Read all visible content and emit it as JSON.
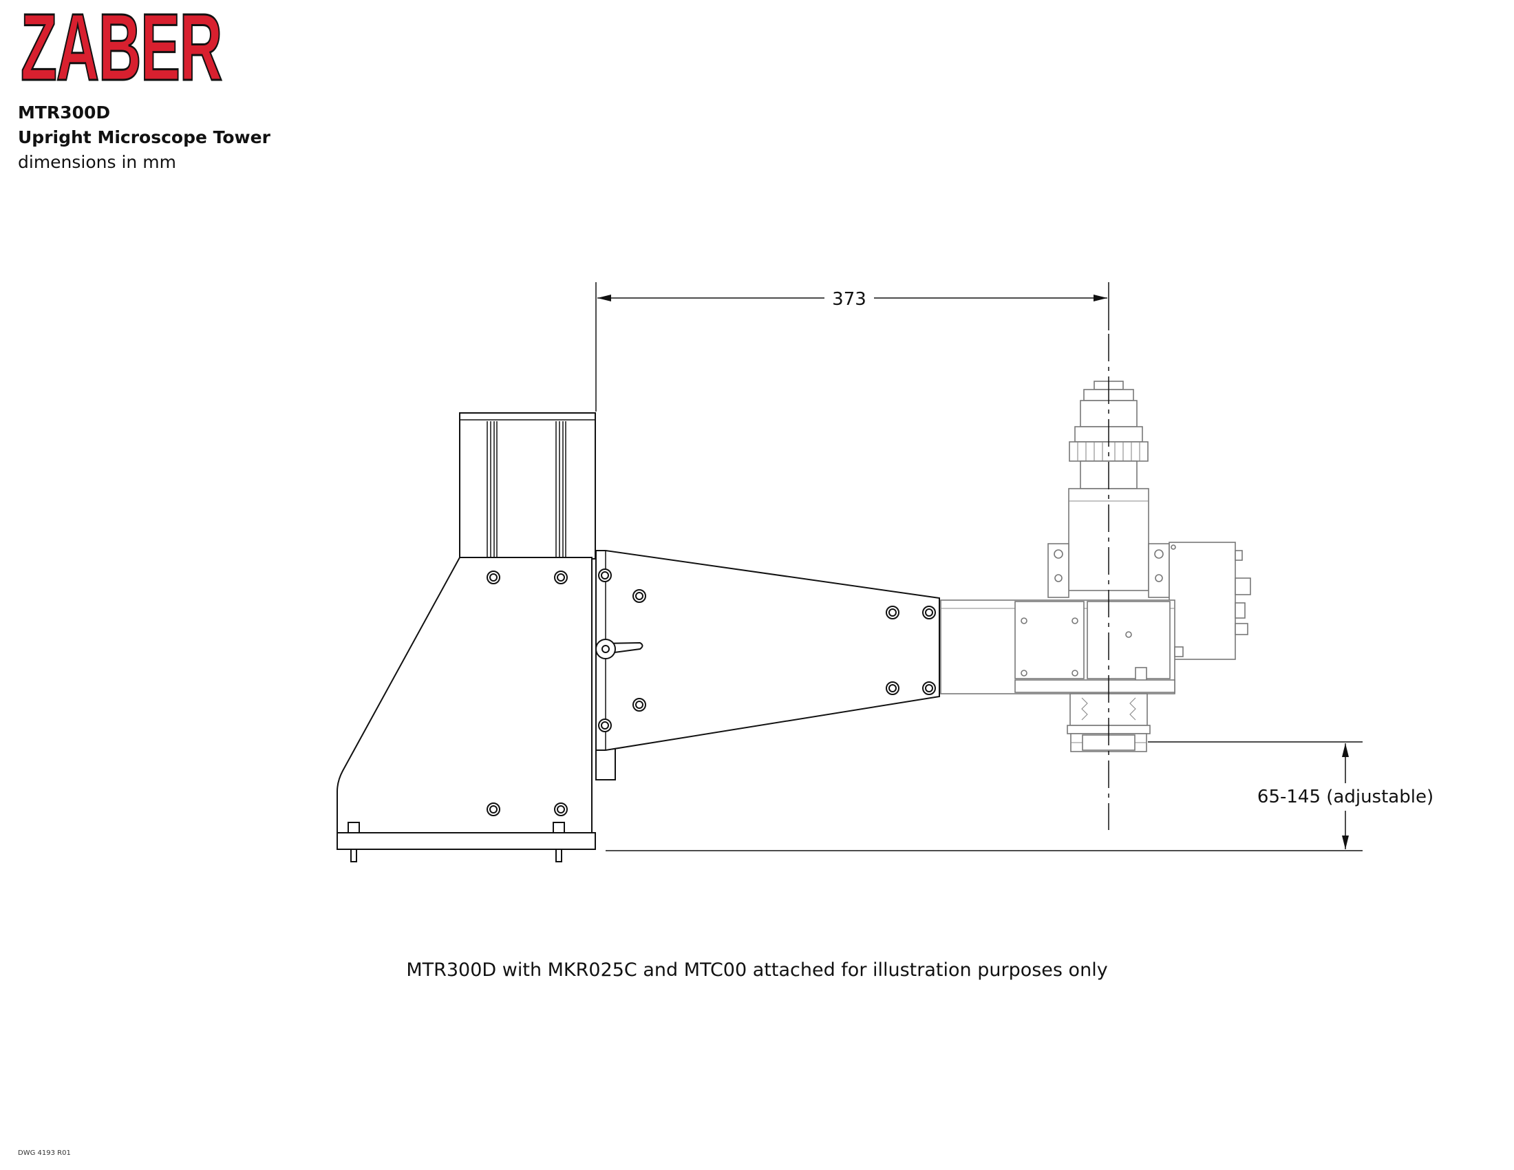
{
  "brand": {
    "logo_text": "ZABER",
    "color": "#d8202f"
  },
  "title": {
    "model": "MTR300D",
    "product_name": "Upright Microscope Tower",
    "units_note": "dimensions in mm"
  },
  "dimensions": {
    "width": "373",
    "height_range": "65-145 (adjustable)"
  },
  "caption": "MTR300D with MKR025C and MTC00 attached for illustration purposes only",
  "drawing_number": "DWG 4193 R01"
}
